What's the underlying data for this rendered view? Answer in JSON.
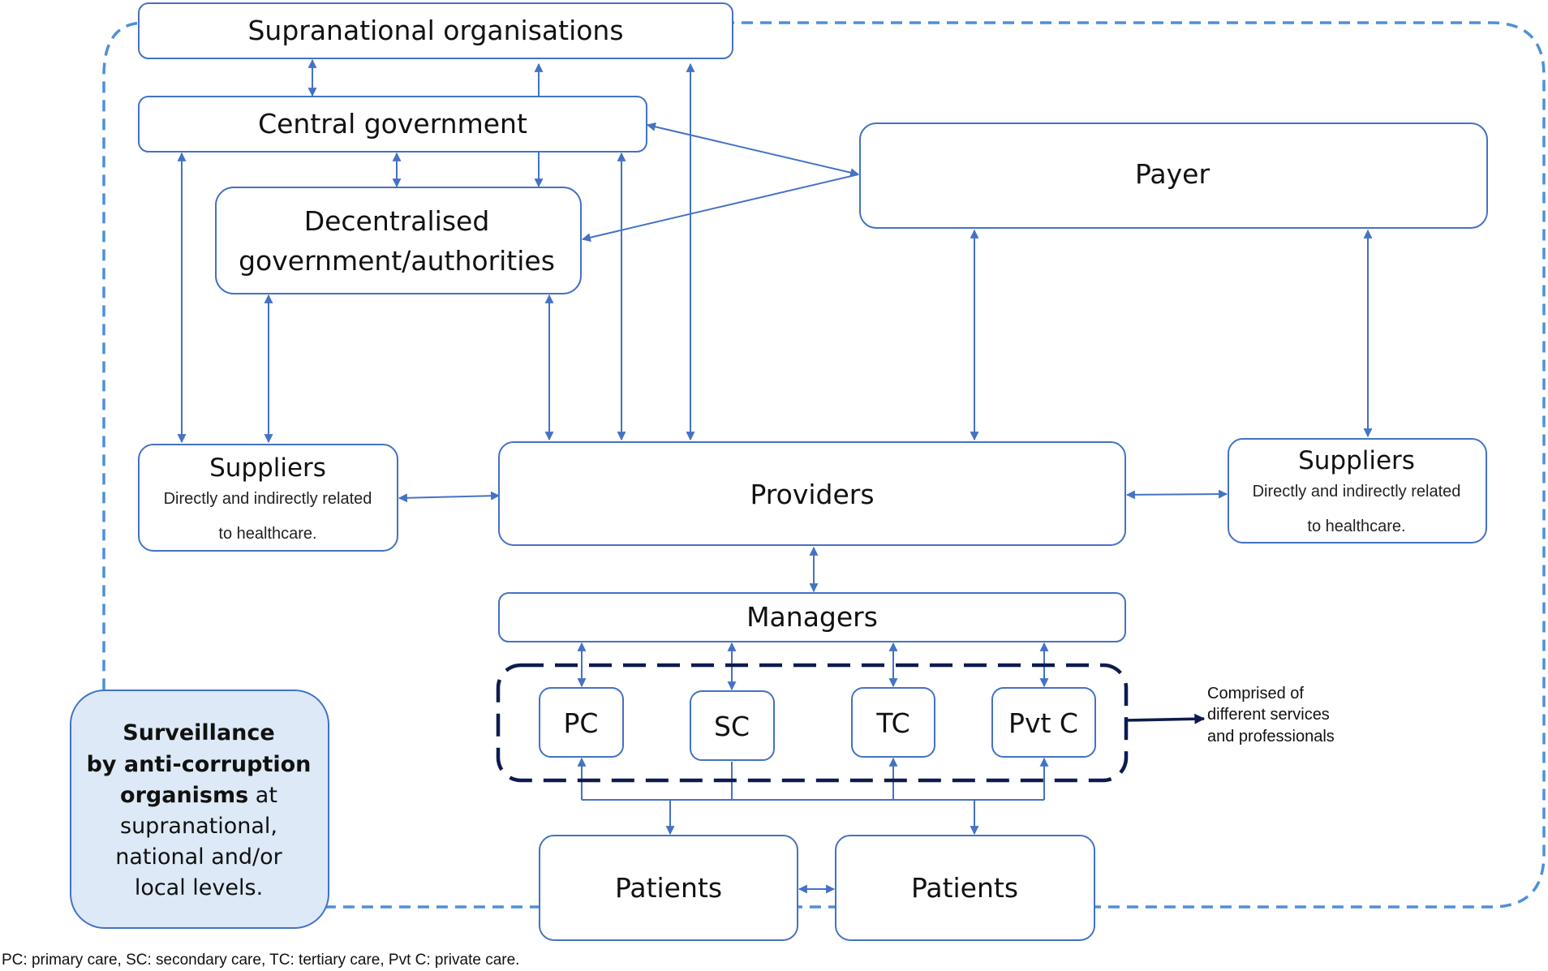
{
  "nodes": {
    "supranational": "Supranational organisations",
    "central_government": "Central government",
    "decentralised": [
      "Decentralised",
      "government/authorities"
    ],
    "payer": "Payer",
    "suppliers_left": {
      "title": "Suppliers",
      "line1": "Directly and indirectly related",
      "line2": "to healthcare."
    },
    "providers": "Providers",
    "suppliers_right": {
      "title": "Suppliers",
      "line1": "Directly and indirectly related",
      "line2": "to healthcare."
    },
    "managers": "Managers",
    "pc": "PC",
    "sc": "SC",
    "tc": "TC",
    "pvtc": "Pvt C",
    "patients_left": "Patients",
    "patients_right": "Patients"
  },
  "services_note": [
    "Comprised of",
    "different services",
    "and professionals"
  ],
  "surveillance": {
    "line1": "Surveillance",
    "line2": "by anti-corruption",
    "line3_bold": "organisms",
    "line3_rest": " at",
    "line4": "supranational,",
    "line5": "national and/or",
    "line6": "local levels."
  },
  "footer": "PC: primary care, SC: secondary care, TC: tertiary care, Pvt C: private care.",
  "colors": {
    "box_border": "#4472c4",
    "boundary": "#4f8fd6",
    "group_border": "#0d1b4f",
    "surveillance_fill": "#dde9f7"
  }
}
